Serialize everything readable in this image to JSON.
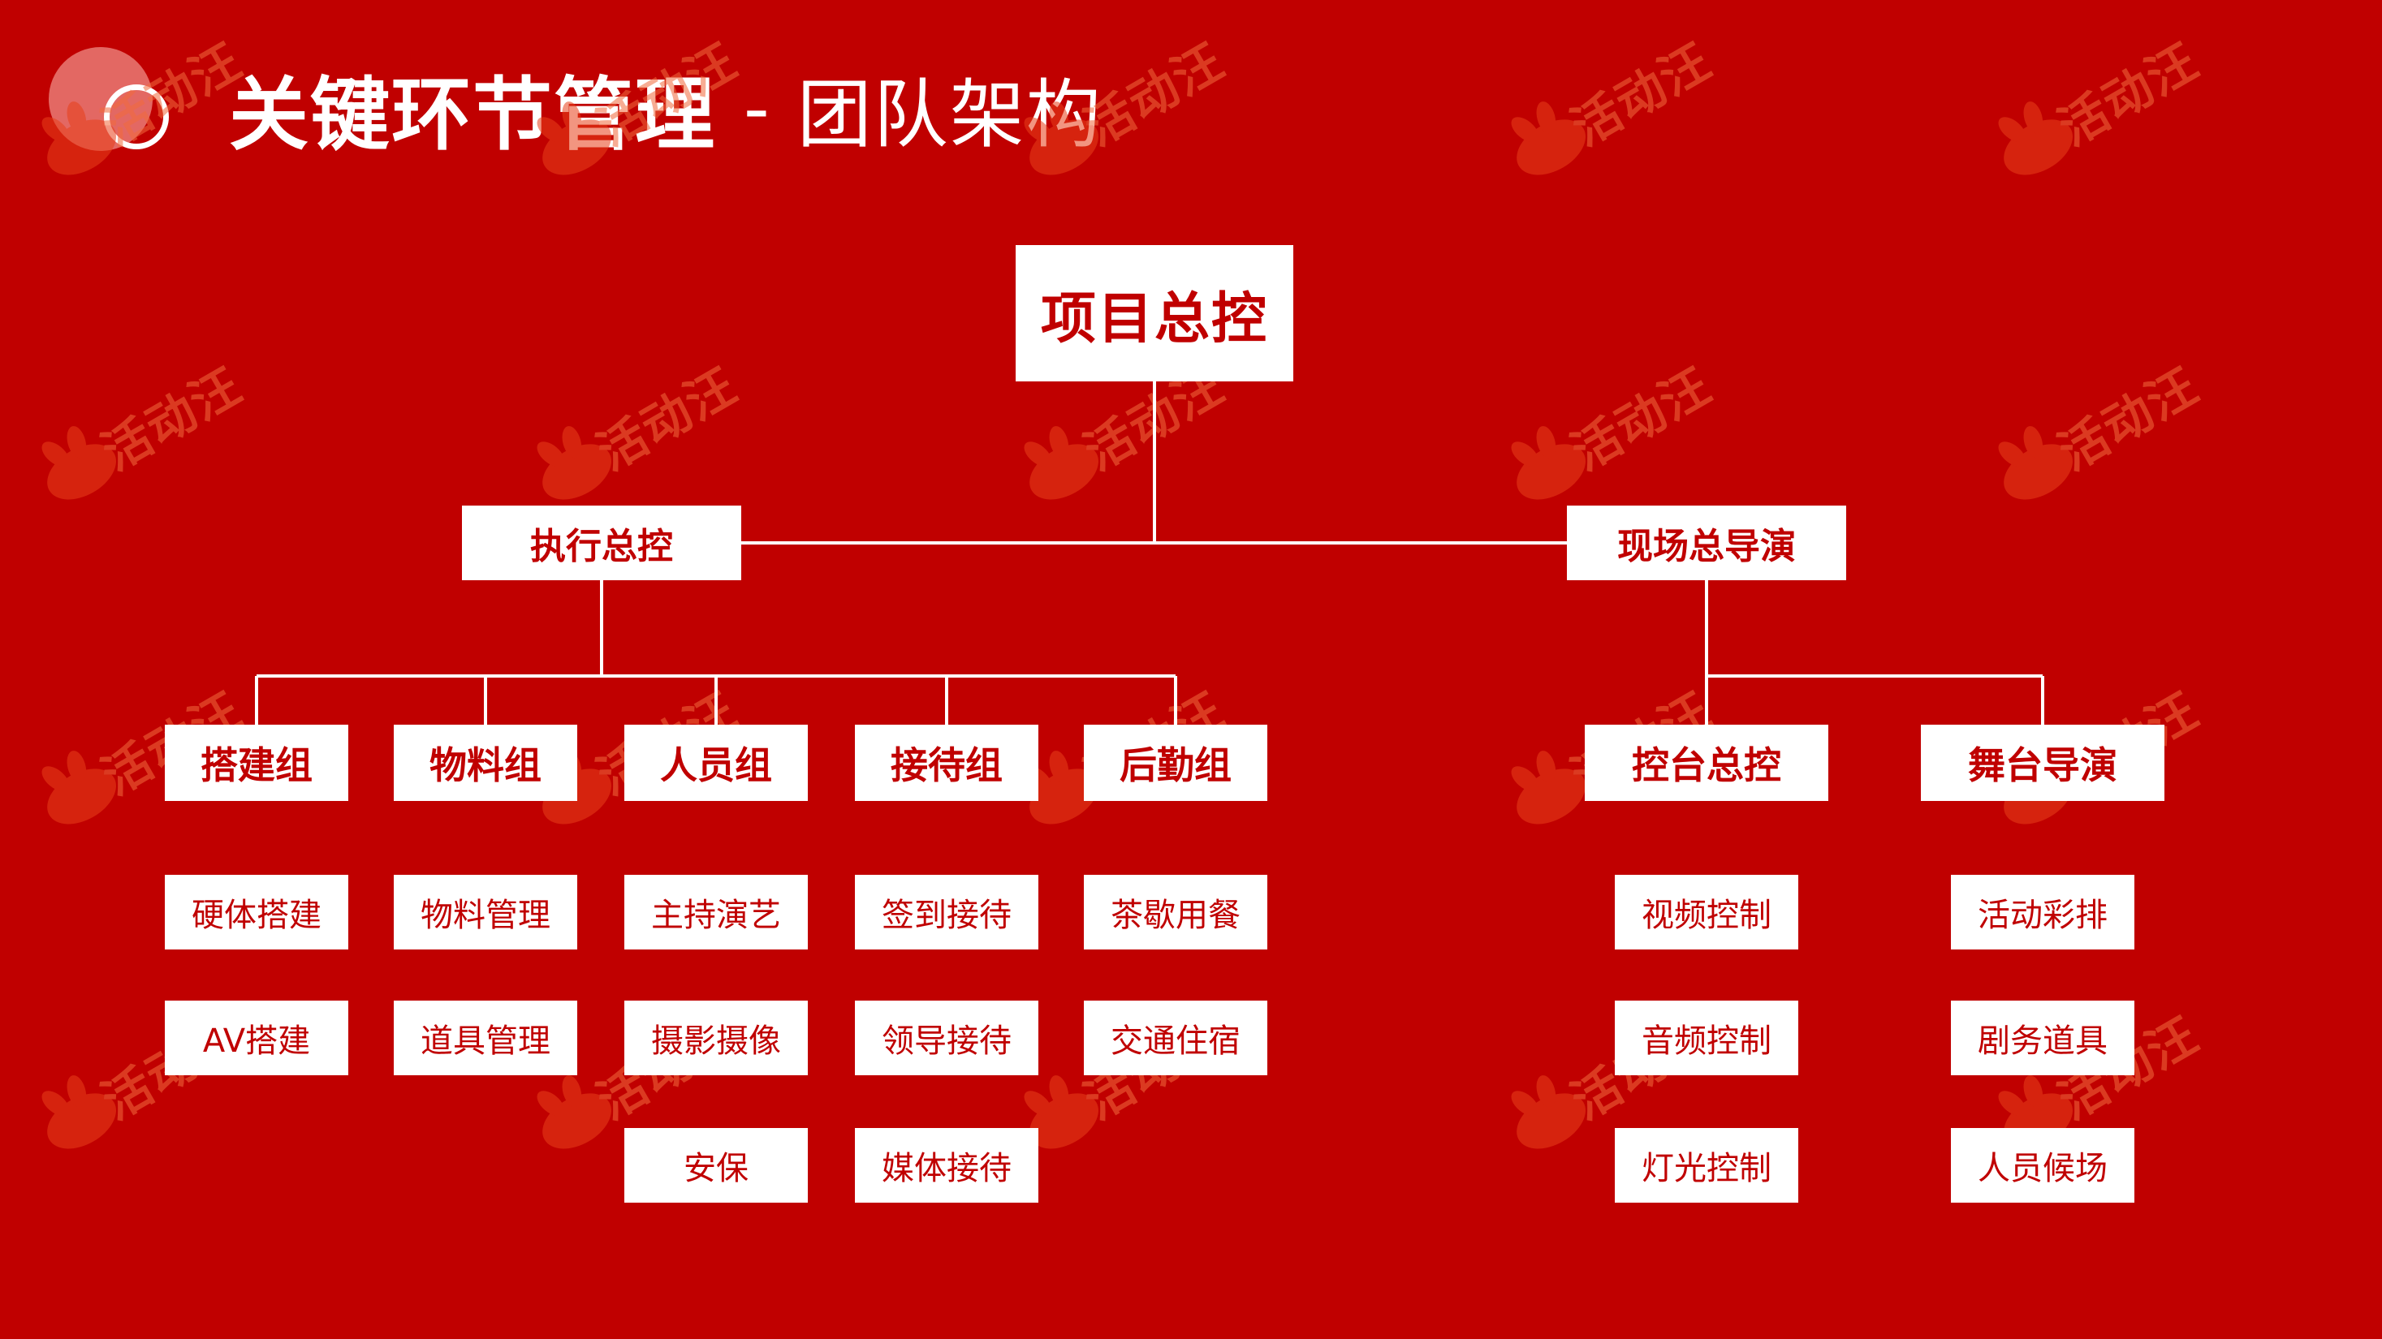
{
  "header": {
    "title_main": "关键环节管理",
    "title_sep": "-",
    "title_sub": "团队架构"
  },
  "watermark": {
    "text": "活动汪"
  },
  "org": {
    "root": "项目总控",
    "left": {
      "label": "执行总控",
      "groups": [
        {
          "label": "搭建组",
          "items": [
            "硬体搭建",
            "AV搭建"
          ]
        },
        {
          "label": "物料组",
          "items": [
            "物料管理",
            "道具管理"
          ]
        },
        {
          "label": "人员组",
          "items": [
            "主持演艺",
            "摄影摄像",
            "安保"
          ]
        },
        {
          "label": "接待组",
          "items": [
            "签到接待",
            "领导接待",
            "媒体接待"
          ]
        },
        {
          "label": "后勤组",
          "items": [
            "茶歇用餐",
            "交通住宿"
          ]
        }
      ]
    },
    "right": {
      "label": "现场总导演",
      "groups": [
        {
          "label": "控台总控",
          "items": [
            "视频控制",
            "音频控制",
            "灯光控制"
          ]
        },
        {
          "label": "舞台导演",
          "items": [
            "活动彩排",
            "剧务道具",
            "人员候场"
          ]
        }
      ]
    }
  }
}
